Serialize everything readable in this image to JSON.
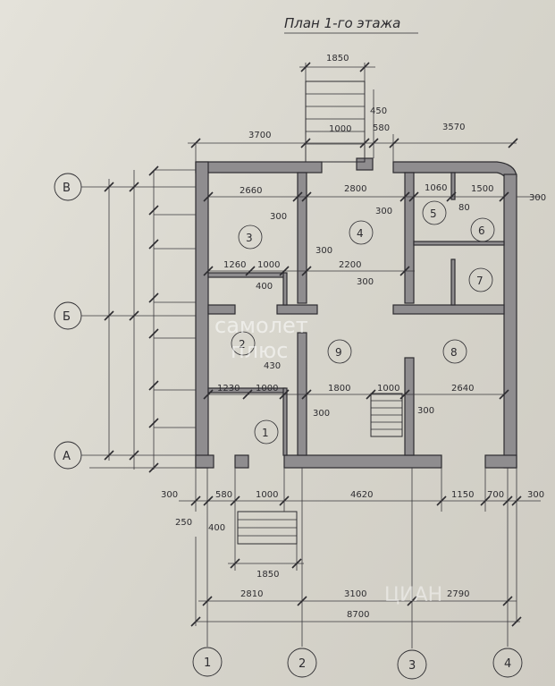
{
  "title": "План 1-го этажа",
  "watermark": {
    "line1": "самолет",
    "line2": "плюс",
    "corner": "ЦИАН"
  },
  "axes": {
    "rows": [
      "В",
      "Б",
      "А"
    ],
    "cols": [
      "1",
      "2",
      "3",
      "4"
    ]
  },
  "rooms": [
    "1",
    "2",
    "3",
    "4",
    "5",
    "6",
    "7",
    "8",
    "9"
  ],
  "dims": {
    "d1850_top": "1850",
    "d3700": "3700",
    "d1000_top": "1000",
    "d450": "450",
    "d580_top": "580",
    "d3570": "3570",
    "d2660": "2660",
    "d2800": "2800",
    "d1060": "1060",
    "d1500": "1500",
    "d300_r": "300",
    "d80": "80",
    "d300_3": "300",
    "d300_4": "300",
    "d300_mid": "300",
    "d1260": "1260",
    "d1000_b": "1000",
    "d2200": "2200",
    "d400": "400",
    "d300_c": "300",
    "d430": "430",
    "d1230": "1230",
    "d1000_c": "1000",
    "d1800": "1800",
    "d1000_d": "1000",
    "d2640": "2640",
    "d300_e": "300",
    "d300_f": "300",
    "b300_l": "300",
    "b580": "580",
    "b1000": "1000",
    "b4620": "4620",
    "b1150": "1150",
    "b700": "700",
    "b300_r": "300",
    "b250": "250",
    "b400": "400",
    "b1850": "1850",
    "b2810": "2810",
    "b3100": "3100",
    "b2790": "2790",
    "b8700": "8700"
  }
}
